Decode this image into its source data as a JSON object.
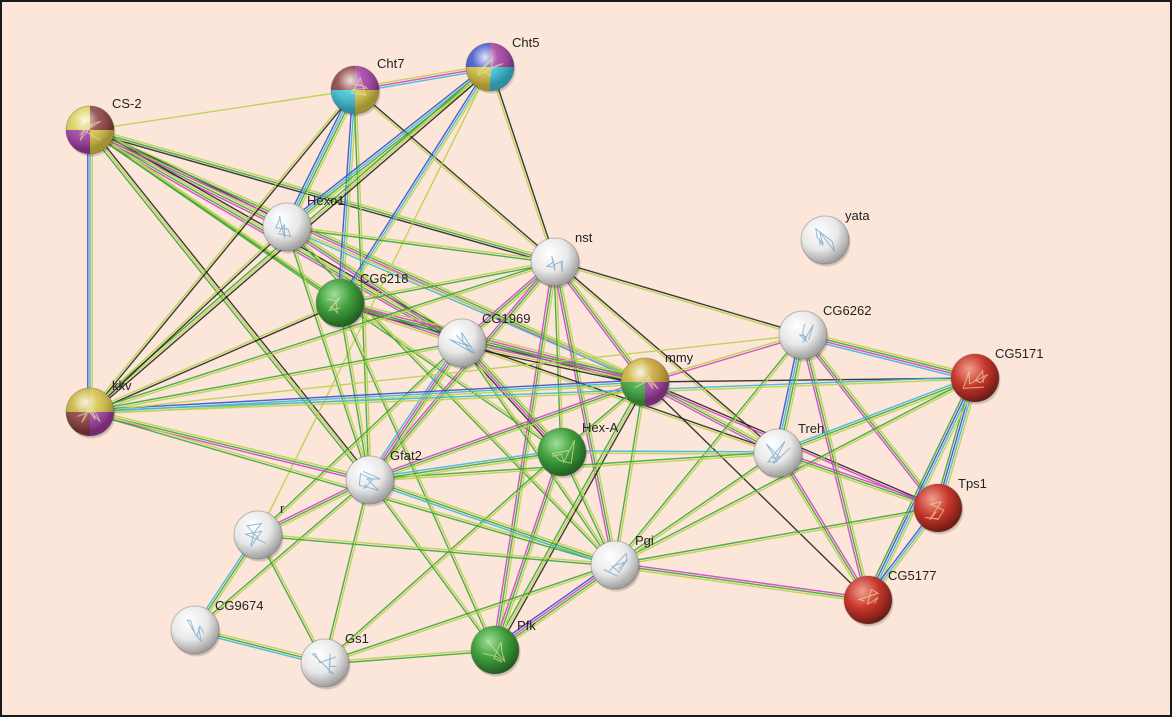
{
  "network": {
    "colors": {
      "background": "#fbe6d9",
      "border": "#1a1a1a",
      "white_node": "#eeeeee",
      "green_node": "#3a9a3a",
      "red_node": "#c8362c",
      "edge_palette": [
        "#1a1a1a",
        "#b8d24a",
        "#3aa63a",
        "#d040c8",
        "#39b8d8",
        "#3a50c8"
      ]
    },
    "nodes": [
      {
        "id": "Cht7",
        "label": "Cht7",
        "style": "multi",
        "colors": [
          "#a03aa0",
          "#d4c040",
          "#38c0d8",
          "#8a3a3a"
        ]
      },
      {
        "id": "Cht5",
        "label": "Cht5",
        "style": "multi",
        "colors": [
          "#a03aa0",
          "#38c0d8",
          "#d4c040",
          "#3a50c8"
        ]
      },
      {
        "id": "CS-2",
        "label": "CS-2",
        "style": "multi",
        "colors": [
          "#8a3a3a",
          "#d4c040",
          "#a03aa0",
          "#d8d050"
        ]
      },
      {
        "id": "Hexo1",
        "label": "Hexo1",
        "style": "white"
      },
      {
        "id": "yata",
        "label": "yata",
        "style": "white"
      },
      {
        "id": "nst",
        "label": "nst",
        "style": "white"
      },
      {
        "id": "CG6218",
        "label": "CG6218",
        "style": "green"
      },
      {
        "id": "CG1969",
        "label": "CG1969",
        "style": "white"
      },
      {
        "id": "CG6262",
        "label": "CG6262",
        "style": "white"
      },
      {
        "id": "CG5171",
        "label": "CG5171",
        "style": "red"
      },
      {
        "id": "mmy",
        "label": "mmy",
        "style": "multi",
        "colors": [
          "#c8a030",
          "#a03aa0",
          "#3aa63a",
          "#c8b030"
        ]
      },
      {
        "id": "kkv",
        "label": "kkv",
        "style": "multi",
        "colors": [
          "#d4c040",
          "#a03aa0",
          "#8a3a3a",
          "#c8b030"
        ]
      },
      {
        "id": "Hex-A",
        "label": "Hex-A",
        "style": "green"
      },
      {
        "id": "Treh",
        "label": "Treh",
        "style": "white"
      },
      {
        "id": "Gfat2",
        "label": "Gfat2",
        "style": "white"
      },
      {
        "id": "Tps1",
        "label": "Tps1",
        "style": "red"
      },
      {
        "id": "r",
        "label": "r",
        "style": "white"
      },
      {
        "id": "Pgi",
        "label": "Pgi",
        "style": "white"
      },
      {
        "id": "CG5177",
        "label": "CG5177",
        "style": "red"
      },
      {
        "id": "CG9674",
        "label": "CG9674",
        "style": "white"
      },
      {
        "id": "Gs1",
        "label": "Gs1",
        "style": "white"
      },
      {
        "id": "Pfk",
        "label": "Pfk",
        "style": "green"
      }
    ],
    "edges": [
      {
        "s": "CS-2",
        "t": "Cht7",
        "types": [
          1
        ]
      },
      {
        "s": "CS-2",
        "t": "Hexo1",
        "types": [
          0,
          1,
          2,
          3
        ]
      },
      {
        "s": "CS-2",
        "t": "kkv",
        "types": [
          1,
          4,
          5
        ]
      },
      {
        "s": "CS-2",
        "t": "nst",
        "types": [
          1,
          2,
          0
        ]
      },
      {
        "s": "CS-2",
        "t": "CG1969",
        "types": [
          0,
          1,
          2,
          3
        ]
      },
      {
        "s": "CS-2",
        "t": "Gfat2",
        "types": [
          0,
          1,
          2
        ]
      },
      {
        "s": "CS-2",
        "t": "CG6218",
        "types": [
          1,
          2
        ]
      },
      {
        "s": "CS-2",
        "t": "Hex-A",
        "types": [
          1,
          2
        ]
      },
      {
        "s": "CS-2",
        "t": "mmy",
        "types": [
          1,
          2,
          3
        ]
      },
      {
        "s": "Cht7",
        "t": "Cht5",
        "types": [
          1,
          3,
          4
        ]
      },
      {
        "s": "Cht7",
        "t": "Hexo1",
        "types": [
          1,
          2,
          4,
          5
        ]
      },
      {
        "s": "Cht7",
        "t": "CG6218",
        "types": [
          1,
          4,
          5
        ]
      },
      {
        "s": "Cht7",
        "t": "nst",
        "types": [
          0,
          1
        ]
      },
      {
        "s": "Cht7",
        "t": "kkv",
        "types": [
          0,
          1
        ]
      },
      {
        "s": "Cht7",
        "t": "Gfat2",
        "types": [
          1,
          2
        ]
      },
      {
        "s": "Cht5",
        "t": "Hexo1",
        "types": [
          1,
          2,
          4,
          5
        ]
      },
      {
        "s": "Cht5",
        "t": "CG6218",
        "types": [
          1,
          4,
          5
        ]
      },
      {
        "s": "Cht5",
        "t": "nst",
        "types": [
          0,
          1
        ]
      },
      {
        "s": "Cht5",
        "t": "kkv",
        "types": [
          0,
          1,
          2
        ]
      },
      {
        "s": "Cht5",
        "t": "r",
        "types": [
          1
        ]
      },
      {
        "s": "Hexo1",
        "t": "nst",
        "types": [
          1,
          2
        ]
      },
      {
        "s": "Hexo1",
        "t": "CG1969",
        "types": [
          1,
          2,
          3
        ]
      },
      {
        "s": "Hexo1",
        "t": "Gfat2",
        "types": [
          1,
          2
        ]
      },
      {
        "s": "Hexo1",
        "t": "kkv",
        "types": [
          0,
          1
        ]
      },
      {
        "s": "Hexo1",
        "t": "mmy",
        "types": [
          1,
          4
        ]
      },
      {
        "s": "Hexo1",
        "t": "Pgi",
        "types": [
          1,
          2
        ]
      },
      {
        "s": "CG6218",
        "t": "mmy",
        "types": [
          1,
          3,
          2,
          0
        ]
      },
      {
        "s": "CG6218",
        "t": "kkv",
        "types": [
          0,
          1
        ]
      },
      {
        "s": "CG6218",
        "t": "Gfat2",
        "types": [
          1,
          2
        ]
      },
      {
        "s": "CG6218",
        "t": "nst",
        "types": [
          1,
          2
        ]
      },
      {
        "s": "CG6218",
        "t": "CG1969",
        "types": [
          2,
          3,
          1
        ]
      },
      {
        "s": "CG6218",
        "t": "Pfk",
        "types": [
          1,
          2
        ]
      },
      {
        "s": "nst",
        "t": "CG1969",
        "types": [
          1,
          2,
          3
        ]
      },
      {
        "s": "nst",
        "t": "mmy",
        "types": [
          1,
          2,
          3
        ]
      },
      {
        "s": "nst",
        "t": "Hex-A",
        "types": [
          1,
          2
        ]
      },
      {
        "s": "nst",
        "t": "Gfat2",
        "types": [
          1,
          2,
          3
        ]
      },
      {
        "s": "nst",
        "t": "CG6262",
        "types": [
          0,
          1
        ]
      },
      {
        "s": "nst",
        "t": "Pgi",
        "types": [
          1,
          2,
          3
        ]
      },
      {
        "s": "nst",
        "t": "Pfk",
        "types": [
          1,
          2,
          3
        ]
      },
      {
        "s": "nst",
        "t": "kkv",
        "types": [
          1,
          2
        ]
      },
      {
        "s": "nst",
        "t": "Treh",
        "types": [
          0,
          1
        ]
      },
      {
        "s": "CG1969",
        "t": "Gfat2",
        "types": [
          1,
          2,
          3,
          4
        ]
      },
      {
        "s": "CG1969",
        "t": "mmy",
        "types": [
          2,
          3,
          1,
          0
        ]
      },
      {
        "s": "CG1969",
        "t": "Hex-A",
        "types": [
          1,
          2,
          3,
          0
        ]
      },
      {
        "s": "CG1969",
        "t": "Pgi",
        "types": [
          1,
          2
        ]
      },
      {
        "s": "CG1969",
        "t": "kkv",
        "types": [
          1,
          2
        ]
      },
      {
        "s": "CG1969",
        "t": "r",
        "types": [
          1,
          2
        ]
      },
      {
        "s": "CG1969",
        "t": "Treh",
        "types": [
          0,
          1
        ]
      },
      {
        "s": "mmy",
        "t": "kkv",
        "types": [
          1,
          4,
          5
        ]
      },
      {
        "s": "mmy",
        "t": "Gfat2",
        "types": [
          1,
          2,
          3
        ]
      },
      {
        "s": "mmy",
        "t": "Hex-A",
        "types": [
          1,
          2
        ]
      },
      {
        "s": "mmy",
        "t": "Pgi",
        "types": [
          1,
          2
        ]
      },
      {
        "s": "mmy",
        "t": "Pfk",
        "types": [
          0,
          1,
          2
        ]
      },
      {
        "s": "mmy",
        "t": "Treh",
        "types": [
          1,
          2,
          3
        ]
      },
      {
        "s": "mmy",
        "t": "CG6262",
        "types": [
          1,
          3
        ]
      },
      {
        "s": "mmy",
        "t": "CG5171",
        "types": [
          0
        ]
      },
      {
        "s": "mmy",
        "t": "Tps1",
        "types": [
          0,
          3
        ]
      },
      {
        "s": "mmy",
        "t": "CG5177",
        "types": [
          0
        ]
      },
      {
        "s": "CG6262",
        "t": "Treh",
        "types": [
          1,
          2,
          4,
          5
        ]
      },
      {
        "s": "CG6262",
        "t": "CG5171",
        "types": [
          1,
          2,
          3,
          4
        ]
      },
      {
        "s": "CG6262",
        "t": "Tps1",
        "types": [
          1,
          2,
          3
        ]
      },
      {
        "s": "CG6262",
        "t": "CG5177",
        "types": [
          1,
          2,
          3
        ]
      },
      {
        "s": "CG6262",
        "t": "Pgi",
        "types": [
          1,
          2
        ]
      },
      {
        "s": "CG6262",
        "t": "kkv",
        "types": [
          1
        ]
      },
      {
        "s": "CG5171",
        "t": "Tps1",
        "types": [
          1,
          4,
          5,
          2
        ]
      },
      {
        "s": "CG5171",
        "t": "CG5177",
        "types": [
          1,
          4,
          5,
          2
        ]
      },
      {
        "s": "CG5171",
        "t": "Treh",
        "types": [
          1,
          2,
          4
        ]
      },
      {
        "s": "CG5171",
        "t": "Pgi",
        "types": [
          1,
          2
        ]
      },
      {
        "s": "CG5171",
        "t": "kkv",
        "types": [
          1,
          4
        ]
      },
      {
        "s": "Tps1",
        "t": "CG5177",
        "types": [
          1,
          4,
          5
        ]
      },
      {
        "s": "Tps1",
        "t": "Treh",
        "types": [
          1,
          2,
          3
        ]
      },
      {
        "s": "Tps1",
        "t": "Pgi",
        "types": [
          1,
          2
        ]
      },
      {
        "s": "CG5177",
        "t": "Treh",
        "types": [
          1,
          2,
          3
        ]
      },
      {
        "s": "CG5177",
        "t": "Pgi",
        "types": [
          1,
          2,
          3
        ]
      },
      {
        "s": "Treh",
        "t": "Hex-A",
        "types": [
          1,
          4
        ]
      },
      {
        "s": "Treh",
        "t": "Pgi",
        "types": [
          1,
          2
        ]
      },
      {
        "s": "Treh",
        "t": "Gfat2",
        "types": [
          1,
          2
        ]
      },
      {
        "s": "Hex-A",
        "t": "Gfat2",
        "types": [
          1,
          2,
          4
        ]
      },
      {
        "s": "Hex-A",
        "t": "Pgi",
        "types": [
          1,
          2
        ]
      },
      {
        "s": "Hex-A",
        "t": "Pfk",
        "types": [
          1,
          2,
          3
        ]
      },
      {
        "s": "Hex-A",
        "t": "Gs1",
        "types": [
          1,
          2
        ]
      },
      {
        "s": "kkv",
        "t": "Gfat2",
        "types": [
          1,
          2,
          3
        ]
      },
      {
        "s": "kkv",
        "t": "Pgi",
        "types": [
          1,
          2
        ]
      },
      {
        "s": "Gfat2",
        "t": "Pgi",
        "types": [
          1,
          2,
          4
        ]
      },
      {
        "s": "Gfat2",
        "t": "r",
        "types": [
          1,
          2,
          3
        ]
      },
      {
        "s": "Gfat2",
        "t": "Gs1",
        "types": [
          1,
          2
        ]
      },
      {
        "s": "Gfat2",
        "t": "CG9674",
        "types": [
          1,
          2
        ]
      },
      {
        "s": "Gfat2",
        "t": "Pfk",
        "types": [
          1,
          2
        ]
      },
      {
        "s": "r",
        "t": "CG9674",
        "types": [
          1,
          2,
          4
        ]
      },
      {
        "s": "r",
        "t": "Gs1",
        "types": [
          1,
          2
        ]
      },
      {
        "s": "r",
        "t": "Pgi",
        "types": [
          1,
          2
        ]
      },
      {
        "s": "Pgi",
        "t": "Pfk",
        "types": [
          1,
          2,
          3,
          5
        ]
      },
      {
        "s": "Pgi",
        "t": "Gs1",
        "types": [
          1,
          2
        ]
      },
      {
        "s": "CG9674",
        "t": "Gs1",
        "types": [
          1,
          2,
          4
        ]
      },
      {
        "s": "Gs1",
        "t": "Pfk",
        "types": [
          1,
          2
        ]
      }
    ]
  }
}
